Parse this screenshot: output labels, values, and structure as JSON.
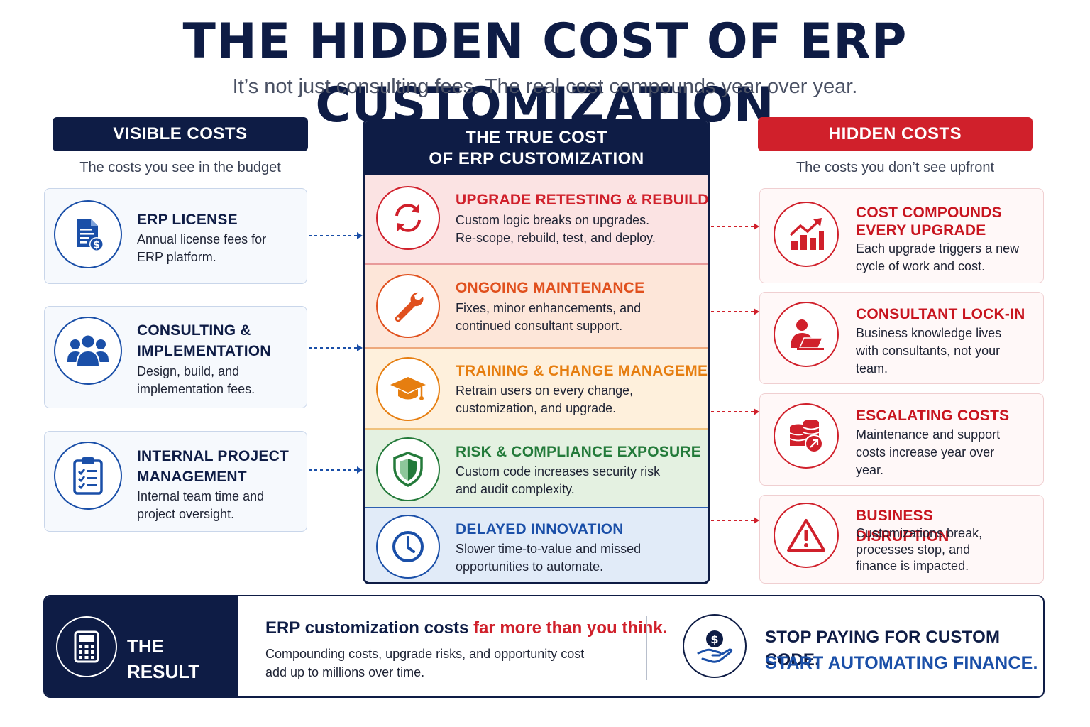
{
  "title": "THE HIDDEN COST OF ERP CUSTOMIZATION",
  "subtitle": "It’s not just consulting fees. The real cost compounds year over year.",
  "colors": {
    "navy": "#0e1c45",
    "blue": "#1a4fa8",
    "red": "#d0202b"
  },
  "visible": {
    "header": "VISIBLE COSTS",
    "subheader": "The costs you see in the budget",
    "items": [
      {
        "icon": "license-document-icon",
        "title": "ERP LICENSE",
        "text": "Annual license fees for ERP platform."
      },
      {
        "icon": "team-icon",
        "title": "CONSULTING & IMPLEMENTATION",
        "text": "Design, build, and implementation fees."
      },
      {
        "icon": "clipboard-checklist-icon",
        "title": "INTERNAL PROJECT MANAGEMENT",
        "text": "Internal team time and project oversight."
      }
    ]
  },
  "center": {
    "header_line1": "THE TRUE COST",
    "header_line2": "OF ERP CUSTOMIZATION",
    "rows": [
      {
        "icon": "refresh-arrows-icon",
        "title": "UPGRADE RETESTING & REBUILD",
        "text": "Custom logic breaks on upgrades. Re-scope, rebuild, test, and deploy.",
        "color": "#d0202b"
      },
      {
        "icon": "wrench-icon",
        "title": "ONGOING MAINTENANCE",
        "text": "Fixes, minor enhancements, and continued consultant support.",
        "color": "#e0501e"
      },
      {
        "icon": "graduation-cap-icon",
        "title": "TRAINING & CHANGE MANAGEMENT",
        "text": "Retrain users on every change, customization, and upgrade.",
        "color": "#e67e10"
      },
      {
        "icon": "shield-icon",
        "title": "RISK & COMPLIANCE EXPOSURE",
        "text": "Custom code increases security risk and audit complexity.",
        "color": "#237a3a"
      },
      {
        "icon": "clock-icon",
        "title": "DELAYED INNOVATION",
        "text": "Slower time-to-value and missed opportunities to automate.",
        "color": "#1a4fa8"
      }
    ]
  },
  "hidden": {
    "header": "HIDDEN COSTS",
    "subheader": "The costs you don’t see upfront",
    "items": [
      {
        "icon": "rising-chart-icon",
        "title_line1": "COST COMPOUNDS",
        "title_line2": "EVERY UPGRADE",
        "text": "Each upgrade triggers a new cycle of work and cost."
      },
      {
        "icon": "consultant-laptop-icon",
        "title_line1": "CONSULTANT LOCK-IN",
        "title_line2": "",
        "text": "Business knowledge lives with consultants, not your team."
      },
      {
        "icon": "coin-stack-icon",
        "title_line1": "ESCALATING COSTS",
        "title_line2": "",
        "text": "Maintenance and support costs increase year over year."
      },
      {
        "icon": "warning-triangle-icon",
        "title_line1": "BUSINESS DISRUPTION",
        "title_line2": "",
        "text": "Customizations break, processes stop, and finance is impacted."
      }
    ]
  },
  "result": {
    "label": "THE RESULT",
    "headline_a": "ERP customization costs ",
    "headline_b": "far more than you think.",
    "text": "Compounding costs, upgrade risks, and opportunity cost add up to millions over time.",
    "cta_line1": "STOP PAYING FOR CUSTOM CODE.",
    "cta_line2": "START AUTOMATING FINANCE."
  }
}
